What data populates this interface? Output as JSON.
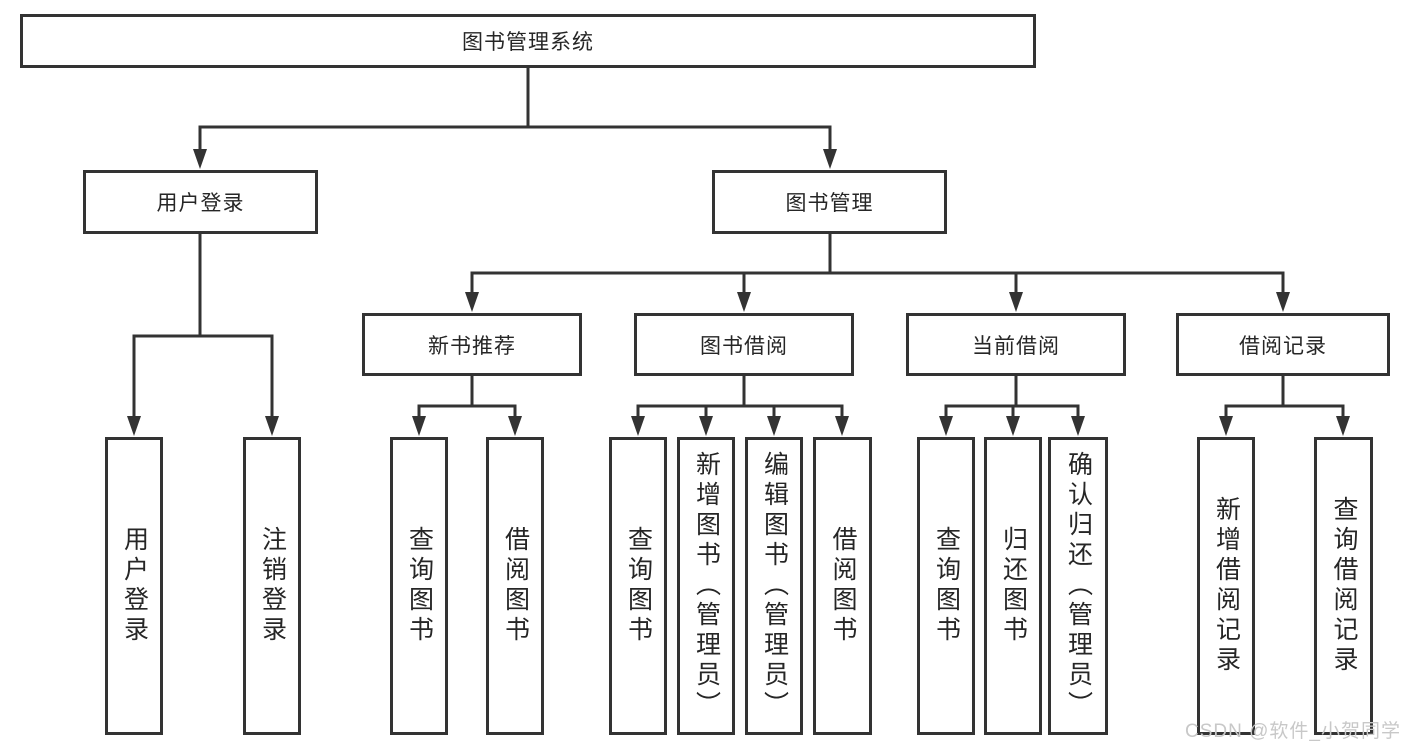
{
  "nodes": {
    "root": "图书管理系统",
    "level2": [
      "用户登录",
      "图书管理"
    ],
    "level3": [
      "新书推荐",
      "图书借阅",
      "当前借阅",
      "借阅记录"
    ],
    "leaves_user_login": [
      "用户登录",
      "注销登录"
    ],
    "leaves_new_book": [
      "查询图书",
      "借阅图书"
    ],
    "leaves_book_borrow": [
      "查询图书",
      "新增图书（管理员）",
      "编辑图书（管理员）",
      "借阅图书"
    ],
    "leaves_current_borrow": [
      "查询图书",
      "归还图书",
      "确认归还（管理员）"
    ],
    "leaves_borrow_records": [
      "新增借阅记录",
      "查询借阅记录"
    ]
  },
  "watermark": "CSDN @软件_小贺同学",
  "colors": {
    "line": "#333333",
    "text": "#262626",
    "background": "#ffffff",
    "watermark": "#c8c8c8"
  }
}
